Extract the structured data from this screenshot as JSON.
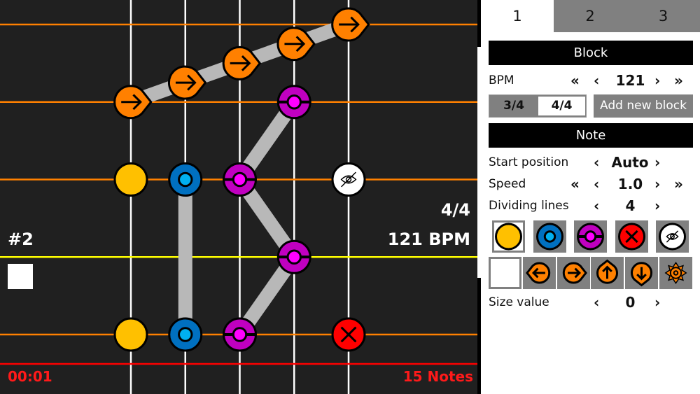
{
  "canvas": {
    "block_number": "#2",
    "time_signature": "4/4",
    "bpm_label": "121 BPM",
    "time": "00:01",
    "note_count": "15 Notes",
    "lanes": 5,
    "beat_lines": [
      0,
      1,
      2,
      3,
      4
    ],
    "highlight_beat": 1,
    "colors": {
      "background": "#202020",
      "beat_line": "#ff8000",
      "highlight_line": "#ffff00",
      "end_line": "#ff0000",
      "lane": "#ffffff",
      "connector": "#b8b8b8"
    },
    "connections": [
      [
        [
          0,
          3
        ],
        [
          1,
          3.25
        ],
        [
          2,
          3.5
        ],
        [
          3,
          3.75
        ],
        [
          4,
          4
        ]
      ],
      [
        [
          3,
          3
        ],
        [
          2,
          2
        ],
        [
          3,
          1
        ],
        [
          2,
          0
        ]
      ],
      [
        [
          1,
          2
        ],
        [
          1,
          0
        ]
      ]
    ],
    "notes": [
      {
        "type": "arrow-right",
        "lane": 0,
        "beat": 3
      },
      {
        "type": "arrow-right",
        "lane": 1,
        "beat": 3.25
      },
      {
        "type": "arrow-right",
        "lane": 2,
        "beat": 3.5
      },
      {
        "type": "arrow-right",
        "lane": 3,
        "beat": 3.75
      },
      {
        "type": "arrow-right",
        "lane": 4,
        "beat": 4
      },
      {
        "type": "purple",
        "lane": 3,
        "beat": 3
      },
      {
        "type": "yellow",
        "lane": 0,
        "beat": 2
      },
      {
        "type": "blue",
        "lane": 1,
        "beat": 2
      },
      {
        "type": "purple",
        "lane": 2,
        "beat": 2
      },
      {
        "type": "hidden",
        "lane": 4,
        "beat": 2
      },
      {
        "type": "purple",
        "lane": 3,
        "beat": 1
      },
      {
        "type": "yellow",
        "lane": 0,
        "beat": 0
      },
      {
        "type": "blue",
        "lane": 1,
        "beat": 0
      },
      {
        "type": "purple",
        "lane": 2,
        "beat": 0
      },
      {
        "type": "red-x",
        "lane": 4,
        "beat": 0
      }
    ]
  },
  "panel": {
    "tabs": [
      "1",
      "2",
      "3"
    ],
    "active_tab": 0,
    "block_header": "Block",
    "bpm_label": "BPM",
    "bpm_value": "121",
    "time_sig_options": [
      "3/4",
      "4/4"
    ],
    "time_sig_selected": "4/4",
    "add_block_label": "Add new block",
    "note_header": "Note",
    "start_position_label": "Start position",
    "start_position_value": "Auto",
    "speed_label": "Speed",
    "speed_value": "1.0",
    "dividing_lines_label": "Dividing lines",
    "dividing_lines_value": "4",
    "size_value_label": "Size value",
    "size_value": "0",
    "note_types": [
      "yellow",
      "blue",
      "purple",
      "red-x",
      "hidden"
    ],
    "selected_note_type": "yellow",
    "arrow_types": [
      "none",
      "arrow-left",
      "arrow-right",
      "arrow-up",
      "arrow-down",
      "spin"
    ],
    "selected_arrow_type": "none"
  }
}
